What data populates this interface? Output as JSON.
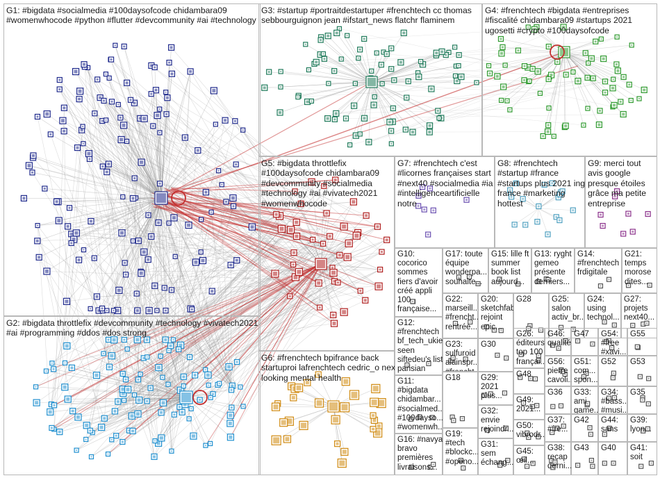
{
  "groups": [
    {
      "id": "G1",
      "label": "G1: #bigdata #socialmedia #100daysofcode chidambara09\n#womenwhocode #python #flutter #devcommunity #ai #technology"
    },
    {
      "id": "G2",
      "label": "G2: #bigdata throttlefix #devcommunity #technology #vivatech2021\n#ai #programming #ddos #dos strong"
    },
    {
      "id": "G3",
      "label": "G3: #startup #portraitdestartuper #frenchtech cc thomas\nsebbourguignon jean #ifstart_news flatchr flaminem"
    },
    {
      "id": "G4",
      "label": "G4: #frenchtech #bigdata #entreprises\n#fiscalité chidambara09 #startups 2021\nugosetti #crypto #100daysofcode"
    },
    {
      "id": "G5",
      "label": "G5: #bigdata throttlefix\n#100daysofcode chidambara09\n#devcommunity #socialmedia\n#technology #ai #vivatech2021\n#womenwhocode"
    },
    {
      "id": "G6",
      "label": "G6: #frenchtech bpifrance back\nstartuproi lafrenchtech cedric_o next\nlooking mental health"
    },
    {
      "id": "G7",
      "label": "G7: #frenchtech c'est\n#licornes françaises start\n#next40 #socialmedia #ia\n#intelligenceartificielle\nnotre"
    },
    {
      "id": "G8",
      "label": "G8: #frenchtech\n#startup #france\n#startups plus 2021 ingé\nfrance #marketing\nhottest"
    },
    {
      "id": "G9",
      "label": "G9: merci tout\navis google\npresque étoiles\ngrâce ma petite\nentreprise"
    },
    {
      "id": "G10",
      "label": "G10:\ncocorico\nsommes\nfiers d'avoir\ncréé appli\n100\nfrançaise..."
    },
    {
      "id": "G17",
      "label": "G17: toute\néquipe\nwonderpa...\nsouhaite..."
    },
    {
      "id": "G15",
      "label": "G15: lille ft\nsummer\nbook list\naujourd..."
    },
    {
      "id": "G13",
      "label": "G13: ryght\ngemeo\nprésente\nderniers..."
    },
    {
      "id": "G14",
      "label": "G14:\n#frenchtech\nfrdigitale"
    },
    {
      "id": "G21",
      "label": "G21:\ntemps\nmorose\ndites..."
    },
    {
      "id": "G22",
      "label": "G22:\nmarseill...\n#frencht...\nrentrée..."
    },
    {
      "id": "G20",
      "label": "G20:\nsketchfab\nrejoint\nepic..."
    },
    {
      "id": "G28",
      "label": "G28"
    },
    {
      "id": "G25",
      "label": "G25:\nsalon\nactiv_br..."
    },
    {
      "id": "G24",
      "label": "G24:\nusing\ntechnol..."
    },
    {
      "id": "G27",
      "label": "G27:\nprojets\nnext40..."
    },
    {
      "id": "G12",
      "label": "G12:\n#frenchtech\nbf_tech_ukie\nseen\nsiftedeu's list\nparisian"
    },
    {
      "id": "G23",
      "label": "G23:\nsulfuroid\nalainspr...\n#frencht..."
    },
    {
      "id": "G30",
      "label": "G30"
    },
    {
      "id": "G26",
      "label": "G26:\néditeurs\ntop 100\nfrançai..."
    },
    {
      "id": "G46",
      "label": "G46:\nqualité"
    },
    {
      "id": "G47",
      "label": "G47"
    },
    {
      "id": "G54",
      "label": "G54:\n#free\n#xavi..."
    },
    {
      "id": "G55",
      "label": "G55"
    },
    {
      "id": "G29",
      "label": "G29:\n2021\nplus..."
    },
    {
      "id": "G48",
      "label": "G48"
    },
    {
      "id": "G56",
      "label": "G56:\npierre\ncavoli..."
    },
    {
      "id": "G51",
      "label": "G51:\ncom...\nspon..."
    },
    {
      "id": "G52",
      "label": "G52"
    },
    {
      "id": "G53",
      "label": "G53"
    },
    {
      "id": "G11",
      "label": "G11:\n#bigdata\nchidambar...\n#socialmed...\n#100dayso...\n#womenwh..."
    },
    {
      "id": "G18",
      "label": "G18"
    },
    {
      "id": "G49",
      "label": "G49:\n2021..."
    },
    {
      "id": "G36",
      "label": "G36"
    },
    {
      "id": "G33",
      "label": "G33:\nami\ngame..."
    },
    {
      "id": "G34",
      "label": "G34:\n#bass...\n#musi..."
    },
    {
      "id": "G35",
      "label": "G35"
    },
    {
      "id": "G32",
      "label": "G32:\nenvie\nrejoindr..."
    },
    {
      "id": "G50",
      "label": "G50:\nvibrodr..."
    },
    {
      "id": "G37",
      "label": "G37:\n#fre..."
    },
    {
      "id": "G42",
      "label": "G42"
    },
    {
      "id": "G44",
      "label": "G44:\nsans"
    },
    {
      "id": "G39",
      "label": "G39:\nlyon..."
    },
    {
      "id": "G16",
      "label": "G16: #navya\nbravo\npremières\nlivraisons..."
    },
    {
      "id": "G19",
      "label": "G19:\n#tech\n#blockc...\n#openo..."
    },
    {
      "id": "G31",
      "label": "G31:\nsem\néchang..."
    },
    {
      "id": "G45",
      "label": "G45:\nœil..."
    },
    {
      "id": "G38",
      "label": "G38:\nrecap\nderni..."
    },
    {
      "id": "G43",
      "label": "G43"
    },
    {
      "id": "G40",
      "label": "G40"
    },
    {
      "id": "G41",
      "label": "G41:\nsoit"
    }
  ],
  "colors": {
    "G1": "#1f2a8c",
    "G2": "#1f8fcf",
    "G3": "#1f7a5a",
    "G4": "#2f9a2f",
    "G5": "#b01f1f",
    "G6": "#d08a10",
    "G7": "#6a4fb0",
    "G8": "#4fa0c0",
    "G9": "#8a2f8a",
    "other": "#555555",
    "edge": "#9a9a9a",
    "edge_red": "#c43030"
  }
}
